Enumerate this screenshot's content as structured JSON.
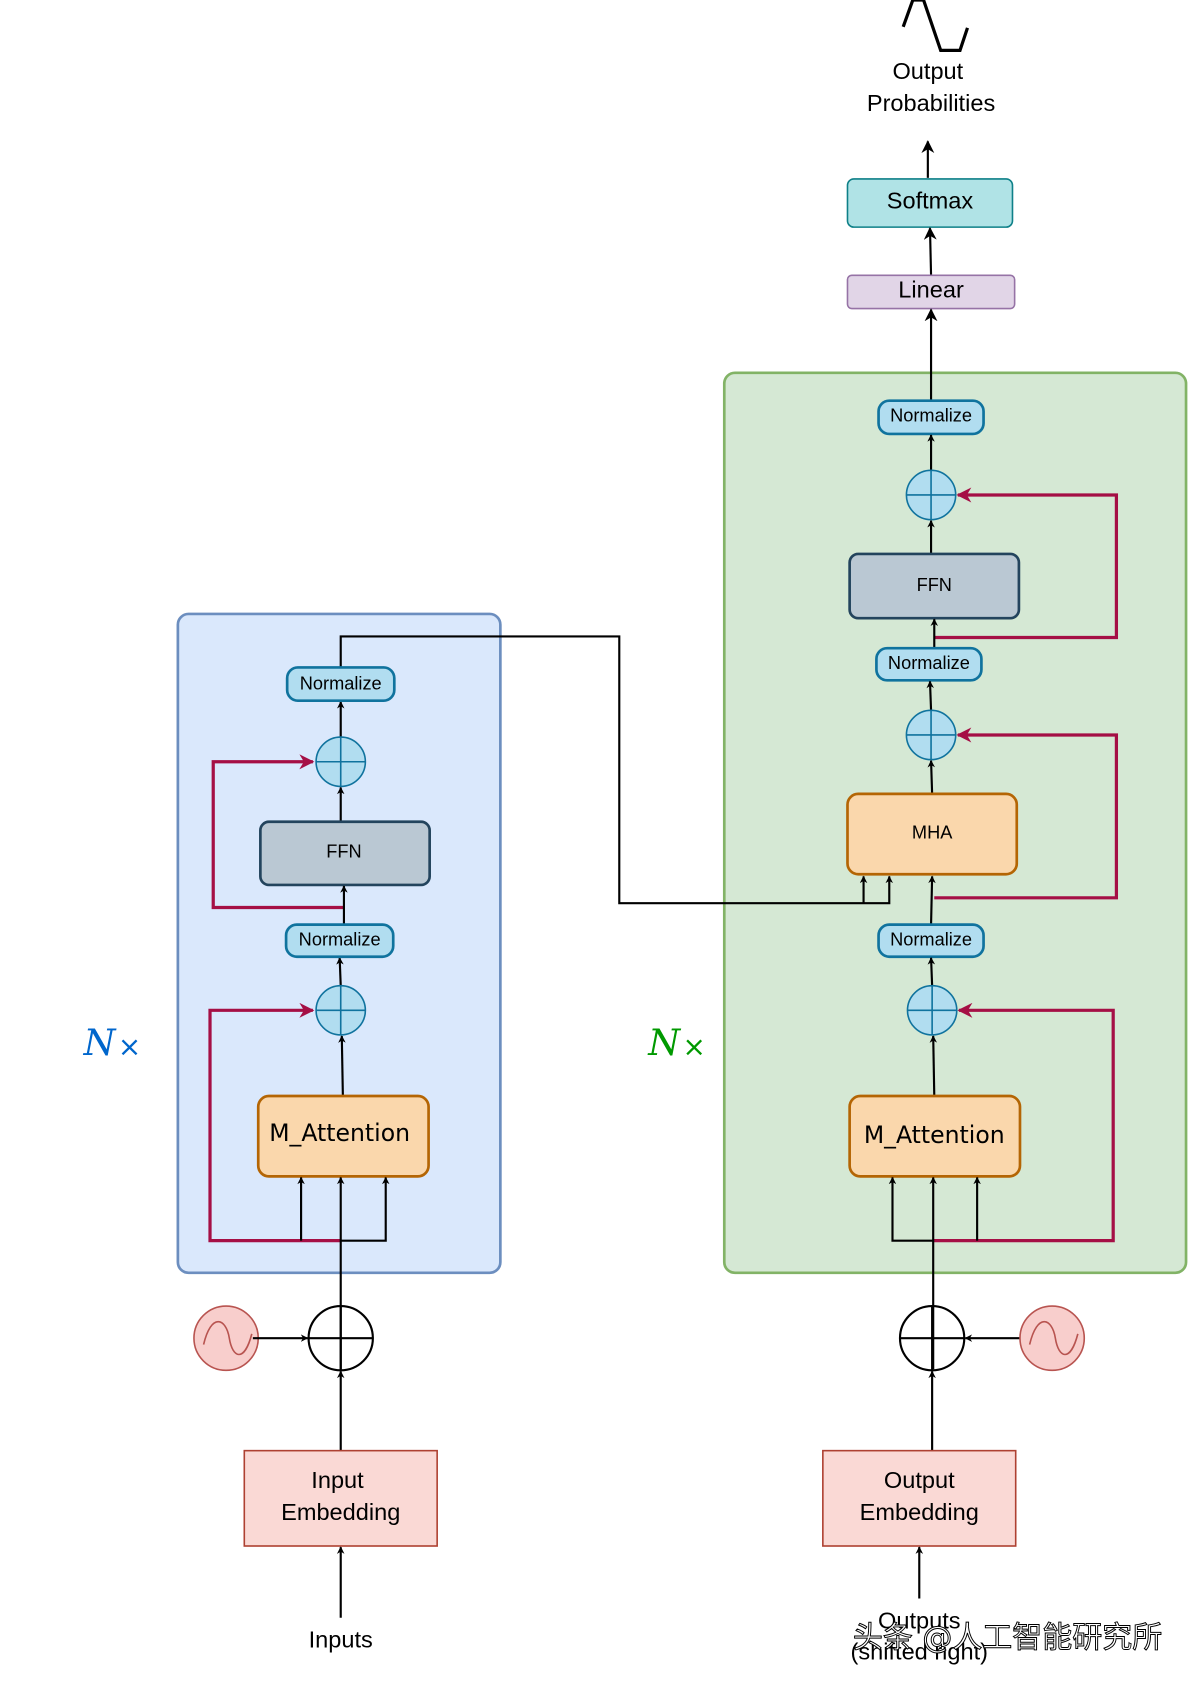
{
  "colors": {
    "encoder_fill": "#dae8fc",
    "encoder_stroke": "#6c8ebf",
    "decoder_fill": "#d5e8d4",
    "decoder_stroke": "#82b366",
    "normalize_fill": "#b1ddf0",
    "normalize_stroke": "#10739e",
    "ffn_fill": "#bac8d3",
    "ffn_stroke": "#23445d",
    "attention_fill": "#fad7ac",
    "attention_stroke": "#b46504",
    "embedding_fill": "#fad9d5",
    "embedding_stroke": "#ae4132",
    "posenc_fill": "#f8cecc",
    "posenc_stroke": "#b85450",
    "softmax_fill": "#b0e3e6",
    "softmax_stroke": "#0e8088",
    "linear_fill": "#e1d5e7",
    "linear_stroke": "#9673a6",
    "residual": "#a50f45",
    "nx_encoder": "#0066cc",
    "nx_decoder": "#009900"
  },
  "top": {
    "output_line1": "Output",
    "output_line2": "Probabilities",
    "softmax": "Softmax",
    "linear": "Linear"
  },
  "encoder": {
    "repeat_n": "N",
    "repeat_x": "×",
    "normalize_top": "Normalize",
    "ffn": "FFN",
    "normalize_bottom": "Normalize",
    "attention": "M_Attention",
    "embedding_line1": "Input",
    "embedding_line2": "Embedding",
    "input_label": "Inputs"
  },
  "decoder": {
    "repeat_n": "N",
    "repeat_x": "×",
    "normalize_top": "Normalize",
    "ffn": "FFN",
    "normalize_mid": "Normalize",
    "cross_attention": "MHA",
    "normalize_bottom": "Normalize",
    "attention": "M_Attention",
    "embedding_line1": "Output",
    "embedding_line2": "Embedding",
    "input_line1": "Outputs",
    "input_line2": "(shifted right)"
  },
  "watermark": "头条 @人工智能研究所"
}
